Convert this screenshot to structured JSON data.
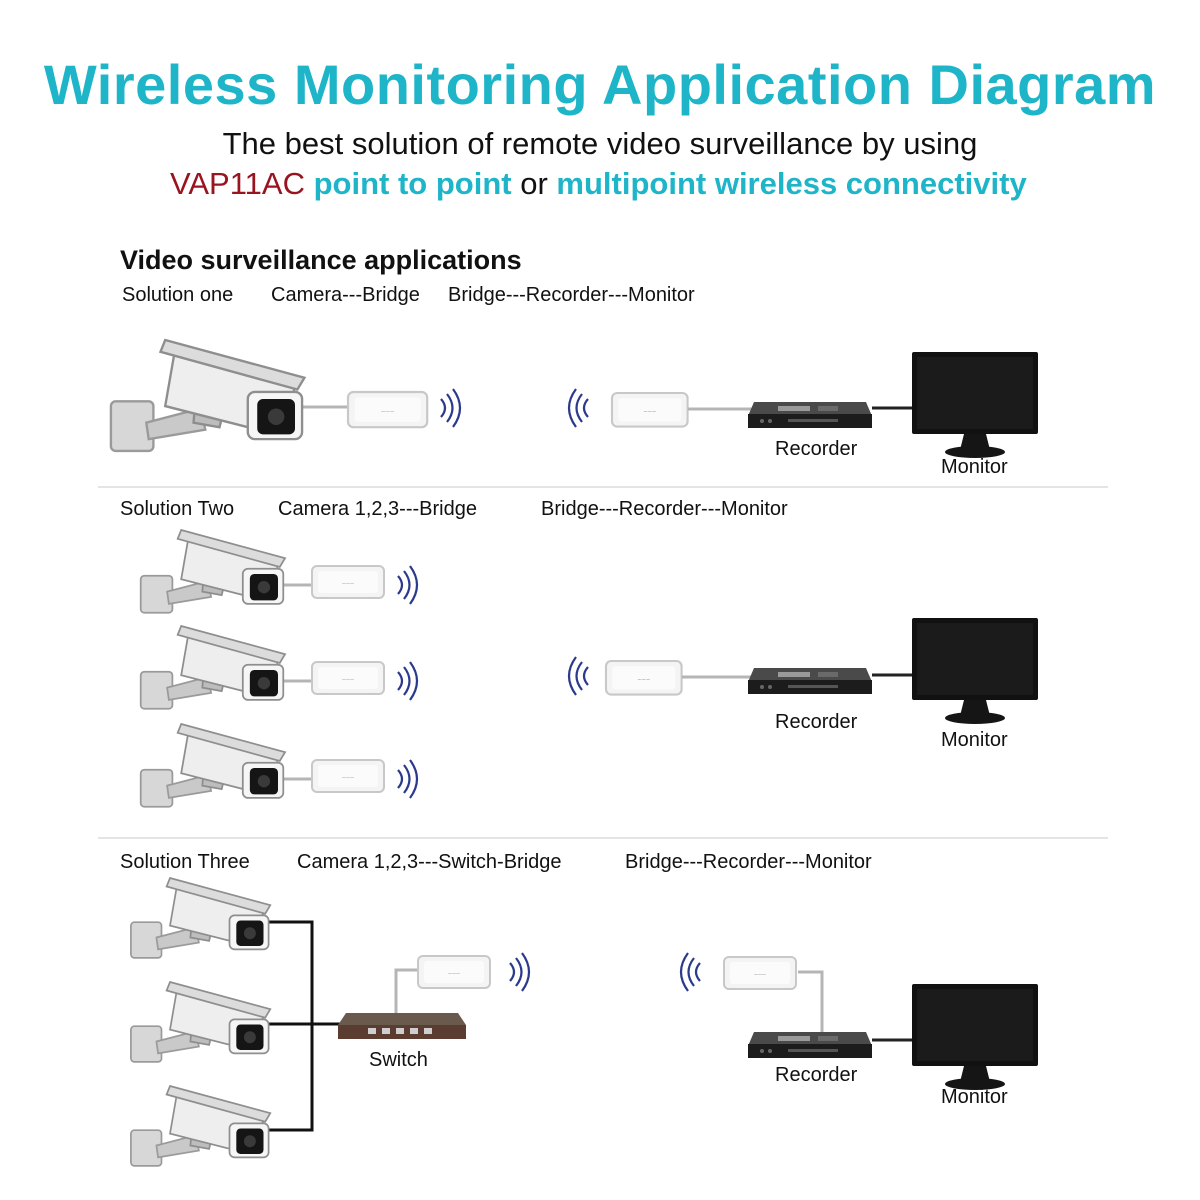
{
  "header": {
    "title": "Wireless Monitoring Application Diagram",
    "subtitle_line1": "The best solution of remote video surveillance by using",
    "model": "VAP11AC",
    "mode_point": "point to point",
    "connector_or": "or",
    "mode_multi": "multipoint wireless connectivity"
  },
  "section_title": "Video surveillance applications",
  "solutions": [
    {
      "name": "Solution one",
      "camera_side": "Camera---Bridge",
      "recorder_side": "Bridge---Recorder---Monitor"
    },
    {
      "name": "Solution Two",
      "camera_side": "Camera 1,2,3---Bridge",
      "recorder_side": "Bridge---Recorder---Monitor"
    },
    {
      "name": "Solution Three",
      "camera_side": "Camera 1,2,3---Switch-Bridge",
      "recorder_side": "Bridge---Recorder---Monitor"
    }
  ],
  "device_labels": {
    "recorder": "Recorder",
    "monitor": "Monitor",
    "switch": "Switch"
  },
  "colors": {
    "accent": "#1fb5c9",
    "model": "#9a1420",
    "wave": "#2b3a8c"
  },
  "icons": [
    "camera-icon",
    "bridge-icon",
    "wireless-signal-icon",
    "recorder-icon",
    "monitor-icon",
    "switch-icon"
  ]
}
